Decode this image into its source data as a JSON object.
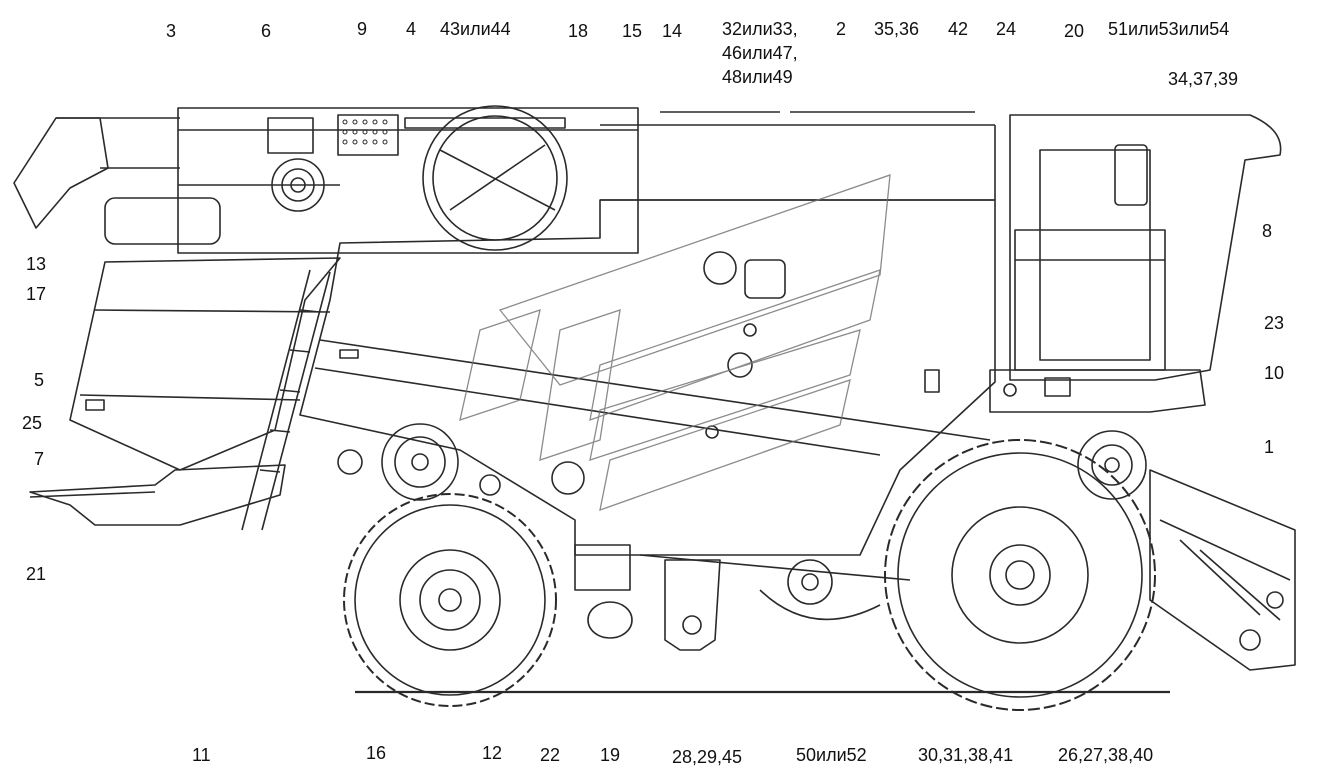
{
  "diagram": {
    "top_labels": [
      "3",
      "6",
      "9",
      "4",
      "43или44",
      "18",
      "15",
      "14",
      "32или33,",
      "46или47,",
      "48или49",
      "2",
      "35,36",
      "42",
      "24",
      "20",
      "51или53или54",
      "34,37,39"
    ],
    "left_labels": [
      "13",
      "17",
      "5",
      "25",
      "7",
      "21"
    ],
    "right_labels": [
      "8",
      "23",
      "10",
      "1"
    ],
    "bottom_labels": [
      "11",
      "16",
      "12",
      "22",
      "19",
      "28,29,45",
      "50или52",
      "30,31,38,41",
      "26,27,38,40"
    ]
  },
  "colors": {
    "line": "#2a2a2a",
    "watermark": "#6f6f6f",
    "label": "#111111"
  }
}
